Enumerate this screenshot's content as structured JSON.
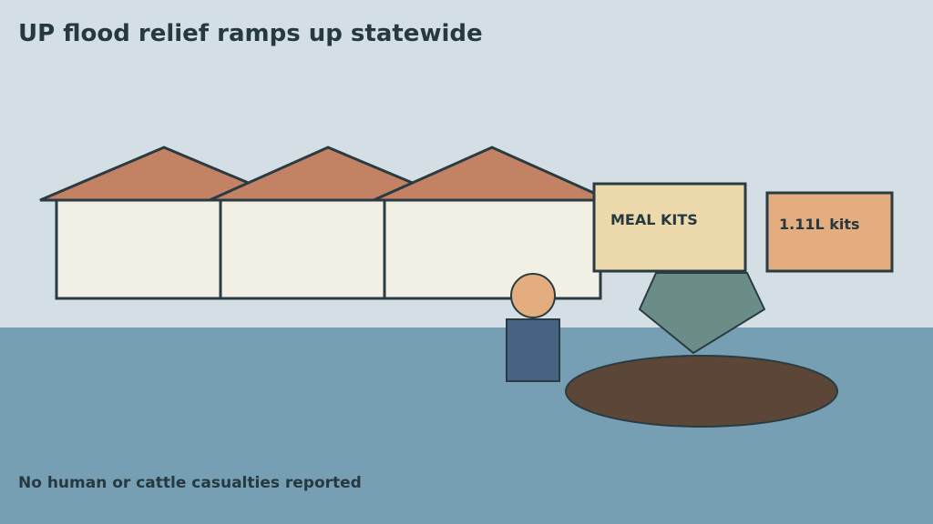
{
  "headline": "UP flood relief ramps up statewide",
  "caption": "No human or cattle casualties reported",
  "signs": {
    "meal_kits": "MEAL KITS",
    "kit_count": "1.11L kits"
  },
  "colors": {
    "sky": "#d3dfe5",
    "water": "#769fb4",
    "text": "#263940",
    "outline": "#2a3b42",
    "roof": "#c38263",
    "wall": "#f2efe5",
    "sign_meal": "#ecd9ac",
    "sign_kits": "#e3ad80",
    "person_head": "#e4ad7f",
    "person_body": "#466482",
    "crate": "#6b8d88",
    "mud": "#5b4637"
  }
}
